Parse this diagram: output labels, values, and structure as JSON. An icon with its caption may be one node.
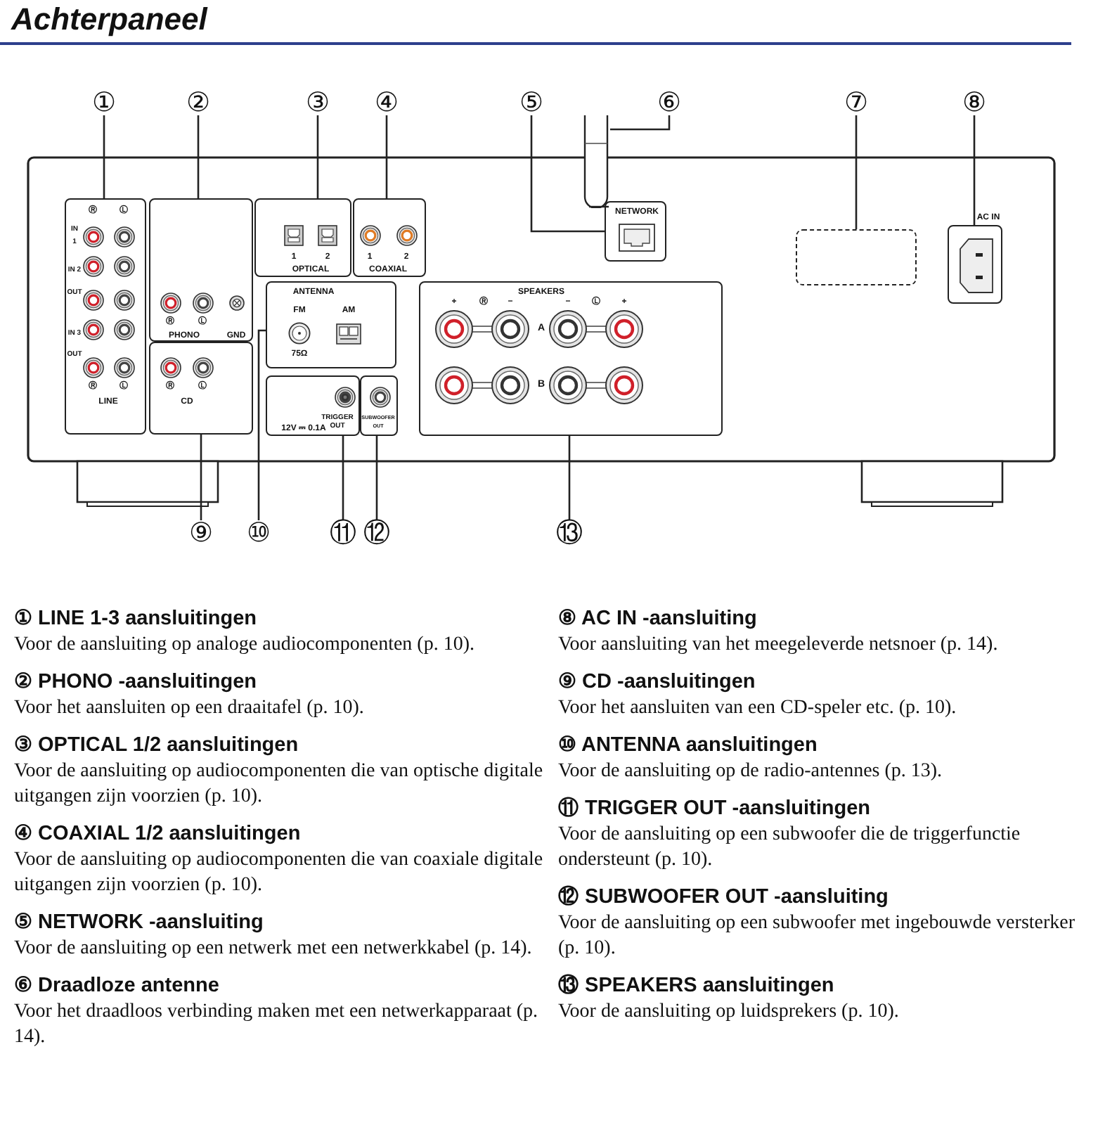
{
  "diagram": {
    "title": "Achterpaneel",
    "nodes": [
      {
        "text": [
          "①"
        ]
      },
      {
        "text": [
          "②"
        ]
      },
      {
        "text": [
          "③"
        ]
      },
      {
        "text": [
          "④"
        ]
      },
      {
        "text": [
          "⑤"
        ]
      },
      {
        "text": [
          "⑥"
        ]
      },
      {
        "text": [
          "⑦"
        ]
      },
      {
        "text": [
          "⑧"
        ]
      },
      {
        "text": [
          "⑨"
        ]
      },
      {
        "text": [
          "⑩"
        ]
      },
      {
        "text": [
          "⑪"
        ]
      },
      {
        "text": [
          "⑫"
        ]
      },
      {
        "text": [
          "⑬"
        ]
      },
      {
        "text": [
          "Ⓡ",
          "Ⓛ",
          "IN 1",
          "IN 2 OUT",
          "IN 3 OUT",
          "Ⓡ",
          "Ⓛ",
          "LINE"
        ]
      },
      {
        "text": [
          "Ⓡ",
          "Ⓛ",
          "PHONO",
          "GND"
        ]
      },
      {
        "text": [
          "Ⓡ",
          "Ⓛ",
          "CD"
        ]
      },
      {
        "text": [
          "1",
          "2",
          "OPTICAL"
        ]
      },
      {
        "text": [
          "1",
          "2",
          "COAXIAL"
        ]
      },
      {
        "text": [
          "NETWORK"
        ]
      },
      {
        "text": [],
        "shape": "picture"
      },
      {
        "text": [],
        "shape": "box"
      },
      {
        "text": [
          "AC IN"
        ]
      },
      {
        "text": [
          "ANTENNA",
          "FM",
          "75Ω",
          "AM"
        ]
      },
      {
        "text": [
          "12V ⎓ 0.1A",
          "TRIGGER OUT"
        ]
      },
      {
        "text": [
          "SUBWOOFER OUT"
        ]
      },
      {
        "text": [
          "SPEAKERS",
          "+",
          "Ⓡ",
          "−",
          "−",
          "Ⓛ",
          "+",
          "A",
          "B"
        ]
      }
    ],
    "edges": [
      {
        "from": 0,
        "to": 13,
        "arrow": "none"
      },
      {
        "from": 1,
        "to": 14,
        "arrow": "none"
      },
      {
        "from": 2,
        "to": 16,
        "arrow": "none"
      },
      {
        "from": 3,
        "to": 17,
        "arrow": "none"
      },
      {
        "from": 4,
        "to": 18,
        "arrow": "none"
      },
      {
        "from": 5,
        "to": 19,
        "arrow": "none"
      },
      {
        "from": 6,
        "to": 20,
        "arrow": "none"
      },
      {
        "from": 7,
        "to": 21,
        "arrow": "none"
      },
      {
        "from": 8,
        "to": 15,
        "arrow": "none"
      },
      {
        "from": 9,
        "to": 22,
        "arrow": "none"
      },
      {
        "from": 10,
        "to": 23,
        "arrow": "none"
      },
      {
        "from": 11,
        "to": 24,
        "arrow": "none"
      },
      {
        "from": 12,
        "to": 25,
        "arrow": "none"
      }
    ],
    "labels": [
      "① LINE 1-3 aansluitingen",
      "Voor de aansluiting op analoge audiocomponenten (p. 10).",
      "② PHONO -aansluitingen",
      "Voor het aansluiten op een draaitafel (p. 10).",
      "③ OPTICAL 1/2 aansluitingen",
      "Voor de aansluiting op audiocomponenten die van optische digitale uitgangen zijn voorzien (p. 10).",
      "④ COAXIAL 1/2 aansluitingen",
      "Voor de aansluiting op audiocomponenten die van coaxiale digitale uitgangen zijn voorzien (p. 10).",
      "⑤ NETWORK -aansluiting",
      "Voor de aansluiting op een netwerk met een netwerkkabel (p. 14).",
      "⑥ Draadloze antenne",
      "Voor het draadloos verbinding maken met een netwerkapparaat (p. 14).",
      "⑧ AC IN -aansluiting",
      "Voor aansluiting van het meegeleverde netsnoer (p. 14).",
      "⑨ CD -aansluitingen",
      "Voor het aansluiten van een CD-speler etc. (p. 10).",
      "⑩ ANTENNA aansluitingen",
      "Voor de aansluiting op de radio-antennes (p. 13).",
      "⑪ TRIGGER OUT -aansluitingen",
      "Voor de aansluiting op een subwoofer die de triggerfunctie ondersteunt (p. 10).",
      "⑫ SUBWOOFER OUT -aansluiting",
      "Voor de aansluiting op een subwoofer met ingebouwde versterker (p. 10).",
      "⑬ SPEAKERS aansluitingen",
      "Voor de aansluiting op luidsprekers (p. 10)."
    ]
  }
}
